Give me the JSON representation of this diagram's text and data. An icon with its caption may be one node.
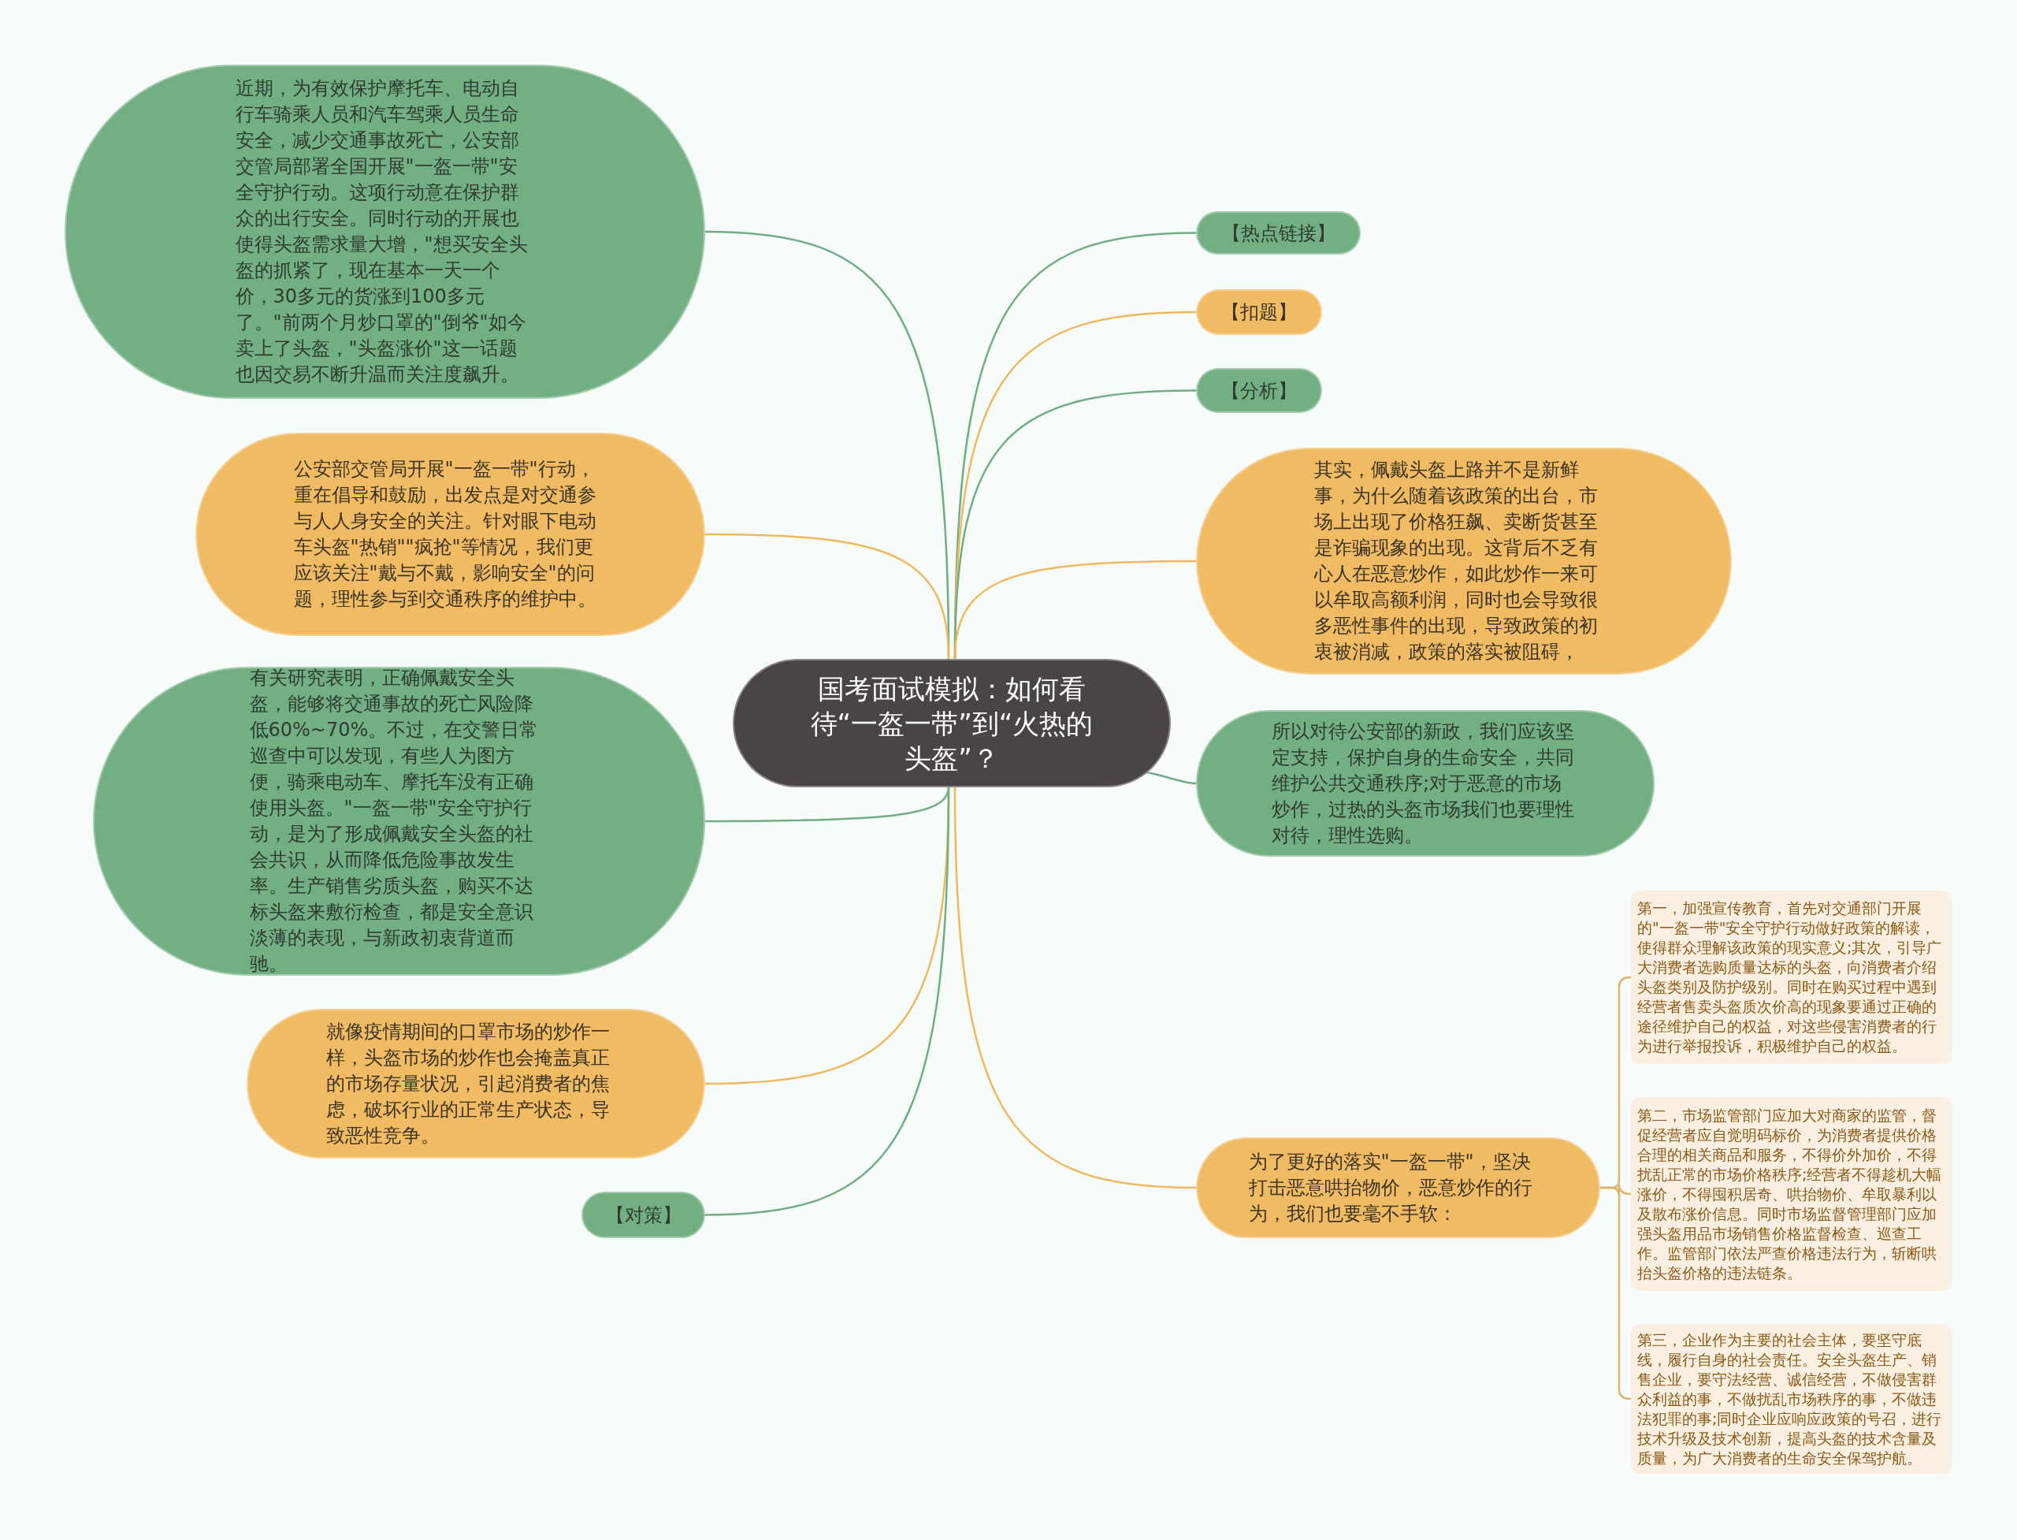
{
  "diagram": {
    "nodes": [
      {
        "text": [
          "国考面试模拟：如何看待“一盔一带”到“火热的头盔”？"
        ]
      },
      {
        "text": [
          "近期，为有效保护摩托车、电动自行车骑乘人员和汽车驾乘人员生命安全，减少交通事故死亡，公安部交管局部署全国开展\"一盔一带\"安全守护行动。这项行动意在保护群众的出行安全。同时行动的开展也使得头盔需求量大增，\"想买安全头盔的抓紧了，现在基本一天一个价，30多元的货涨到100多元了。\"前两个月炒口罩的\"倒爷\"如今卖上了头盔，\"头盔涨价\"这一话题也因交易不断升温而关注度飙升。"
        ]
      },
      {
        "text": [
          "公安部交管局开展\"一盔一带\"行动，重在倡导和鼓励，出发点是对交通参与人人身安全的关注。针对眼下电动车头盔\"热销\"\"疯抢\"等情况，我们更应该关注\"戴与不戴，影响安全\"的问题，理性参与到交通秩序的维护中。"
        ]
      },
      {
        "text": [
          "有关研究表明，正确佩戴安全头盔，能够将交通事故的死亡风险降低60%~70%。不过，在交警日常巡查中可以发现，有些人为图方便，骑乘电动车、摩托车没有正确使用头盔。\"一盔一带\"安全守护行动，是为了形成佩戴安全头盔的社会共识，从而降低危险事故发生率。生产销售劣质头盔，购买不达标头盔来敷衍检查，都是安全意识淡薄的表现，与新政初衷背道而驰。"
        ]
      },
      {
        "text": [
          "就像疫情期间的口罩市场的炒作一样，头盔市场的炒作也会掩盖真正的市场存量状况，引起消费者的焦虑，破坏行业的正常生产状态，导致恶性竞争。"
        ]
      },
      {
        "text": [
          "【对策】"
        ]
      },
      {
        "text": [
          "【热点链接】"
        ]
      },
      {
        "text": [
          "【扣题】"
        ]
      },
      {
        "text": [
          "【分析】"
        ]
      },
      {
        "text": [
          "其实，佩戴头盔上路并不是新鲜事，为什么随着该政策的出台，市场上出现了价格狂飙、卖断货甚至是诈骗现象的出现。这背后不乏有心人在恶意炒作，如此炒作一来可以牟取高额利润，同时也会导致很多恶性事件的出现，导致政策的初衷被消减，政策的落实被阻碍，"
        ]
      },
      {
        "text": [
          "所以对待公安部的新政，我们应该坚定支持，保护自身的生命安全，共同维护公共交通秩序;对于恶意的市场炒作，过热的头盔市场我们也要理性对待，理性选购。"
        ]
      },
      {
        "text": [
          "为了更好的落实\"一盔一带\"，坚决打击恶意哄抬物价，恶意炒作的行为，我们也要毫不手软："
        ]
      },
      {
        "text": [
          "第一，加强宣传教育，首先对交通部门开展的\"一盔一带\"安全守护行动做好政策的解读，使得群众理解该政策的现实意义;其次，引导广大消费者选购质量达标的头盔，向消费者介绍头盔类别及防护级别。同时在购买过程中遇到经营者售卖头盔质次价高的现象要通过正确的途径维护自己的权益，对这些侵害消费者的行为进行举报投诉，积极维护自己的权益。"
        ]
      },
      {
        "text": [
          "第二，市场监管部门应加大对商家的监管，督促经营者应自觉明码标价，为消费者提供价格合理的相关商品和服务，不得价外加价，不得扰乱正常的市场价格秩序;经营者不得趁机大幅涨价，不得囤积居奇、哄抬物价、牟取暴利以及散布涨价信息。同时市场监督管理部门应加强头盔用品市场销售价格监督检查、巡查工作。监管部门依法严查价格违法行为，斩断哄抬头盔价格的违法链条。"
        ]
      },
      {
        "text": [
          "第三，企业作为主要的社会主体，要坚守底线，履行自身的社会责任。安全头盔生产、销售企业，要守法经营、诚信经营，不做侵害群众利益的事，不做扰乱市场秩序的事，不做违法犯罪的事;同时企业应响应政策的号召，进行技术升级及技术创新，提高头盔的技术含量及质量，为广大消费者的生命安全保驾护航。"
        ]
      }
    ],
    "edges": [
      {
        "from": 0,
        "to": 1,
        "arrow": "none",
        "color": "#6fae82"
      },
      {
        "from": 0,
        "to": 2,
        "arrow": "none",
        "color": "#eeb95e"
      },
      {
        "from": 0,
        "to": 3,
        "arrow": "none",
        "color": "#6fae82"
      },
      {
        "from": 0,
        "to": 4,
        "arrow": "none",
        "color": "#eeb95e"
      },
      {
        "from": 0,
        "to": 5,
        "arrow": "none",
        "color": "#6fae82"
      },
      {
        "from": 0,
        "to": 6,
        "arrow": "none",
        "color": "#6fae82"
      },
      {
        "from": 0,
        "to": 7,
        "arrow": "none",
        "color": "#eeb95e"
      },
      {
        "from": 0,
        "to": 8,
        "arrow": "none",
        "color": "#6fae82"
      },
      {
        "from": 0,
        "to": 9,
        "arrow": "none",
        "color": "#eeb95e"
      },
      {
        "from": 0,
        "to": 10,
        "arrow": "none",
        "color": "#6fae82"
      },
      {
        "from": 0,
        "to": 11,
        "arrow": "none",
        "color": "#eeb95e"
      },
      {
        "from": 11,
        "to": 12,
        "arrow": "none",
        "color": "#dcb46e"
      },
      {
        "from": 11,
        "to": 13,
        "arrow": "none",
        "color": "#dcb46e"
      },
      {
        "from": 11,
        "to": 14,
        "arrow": "none",
        "color": "#dcb46e"
      }
    ]
  }
}
